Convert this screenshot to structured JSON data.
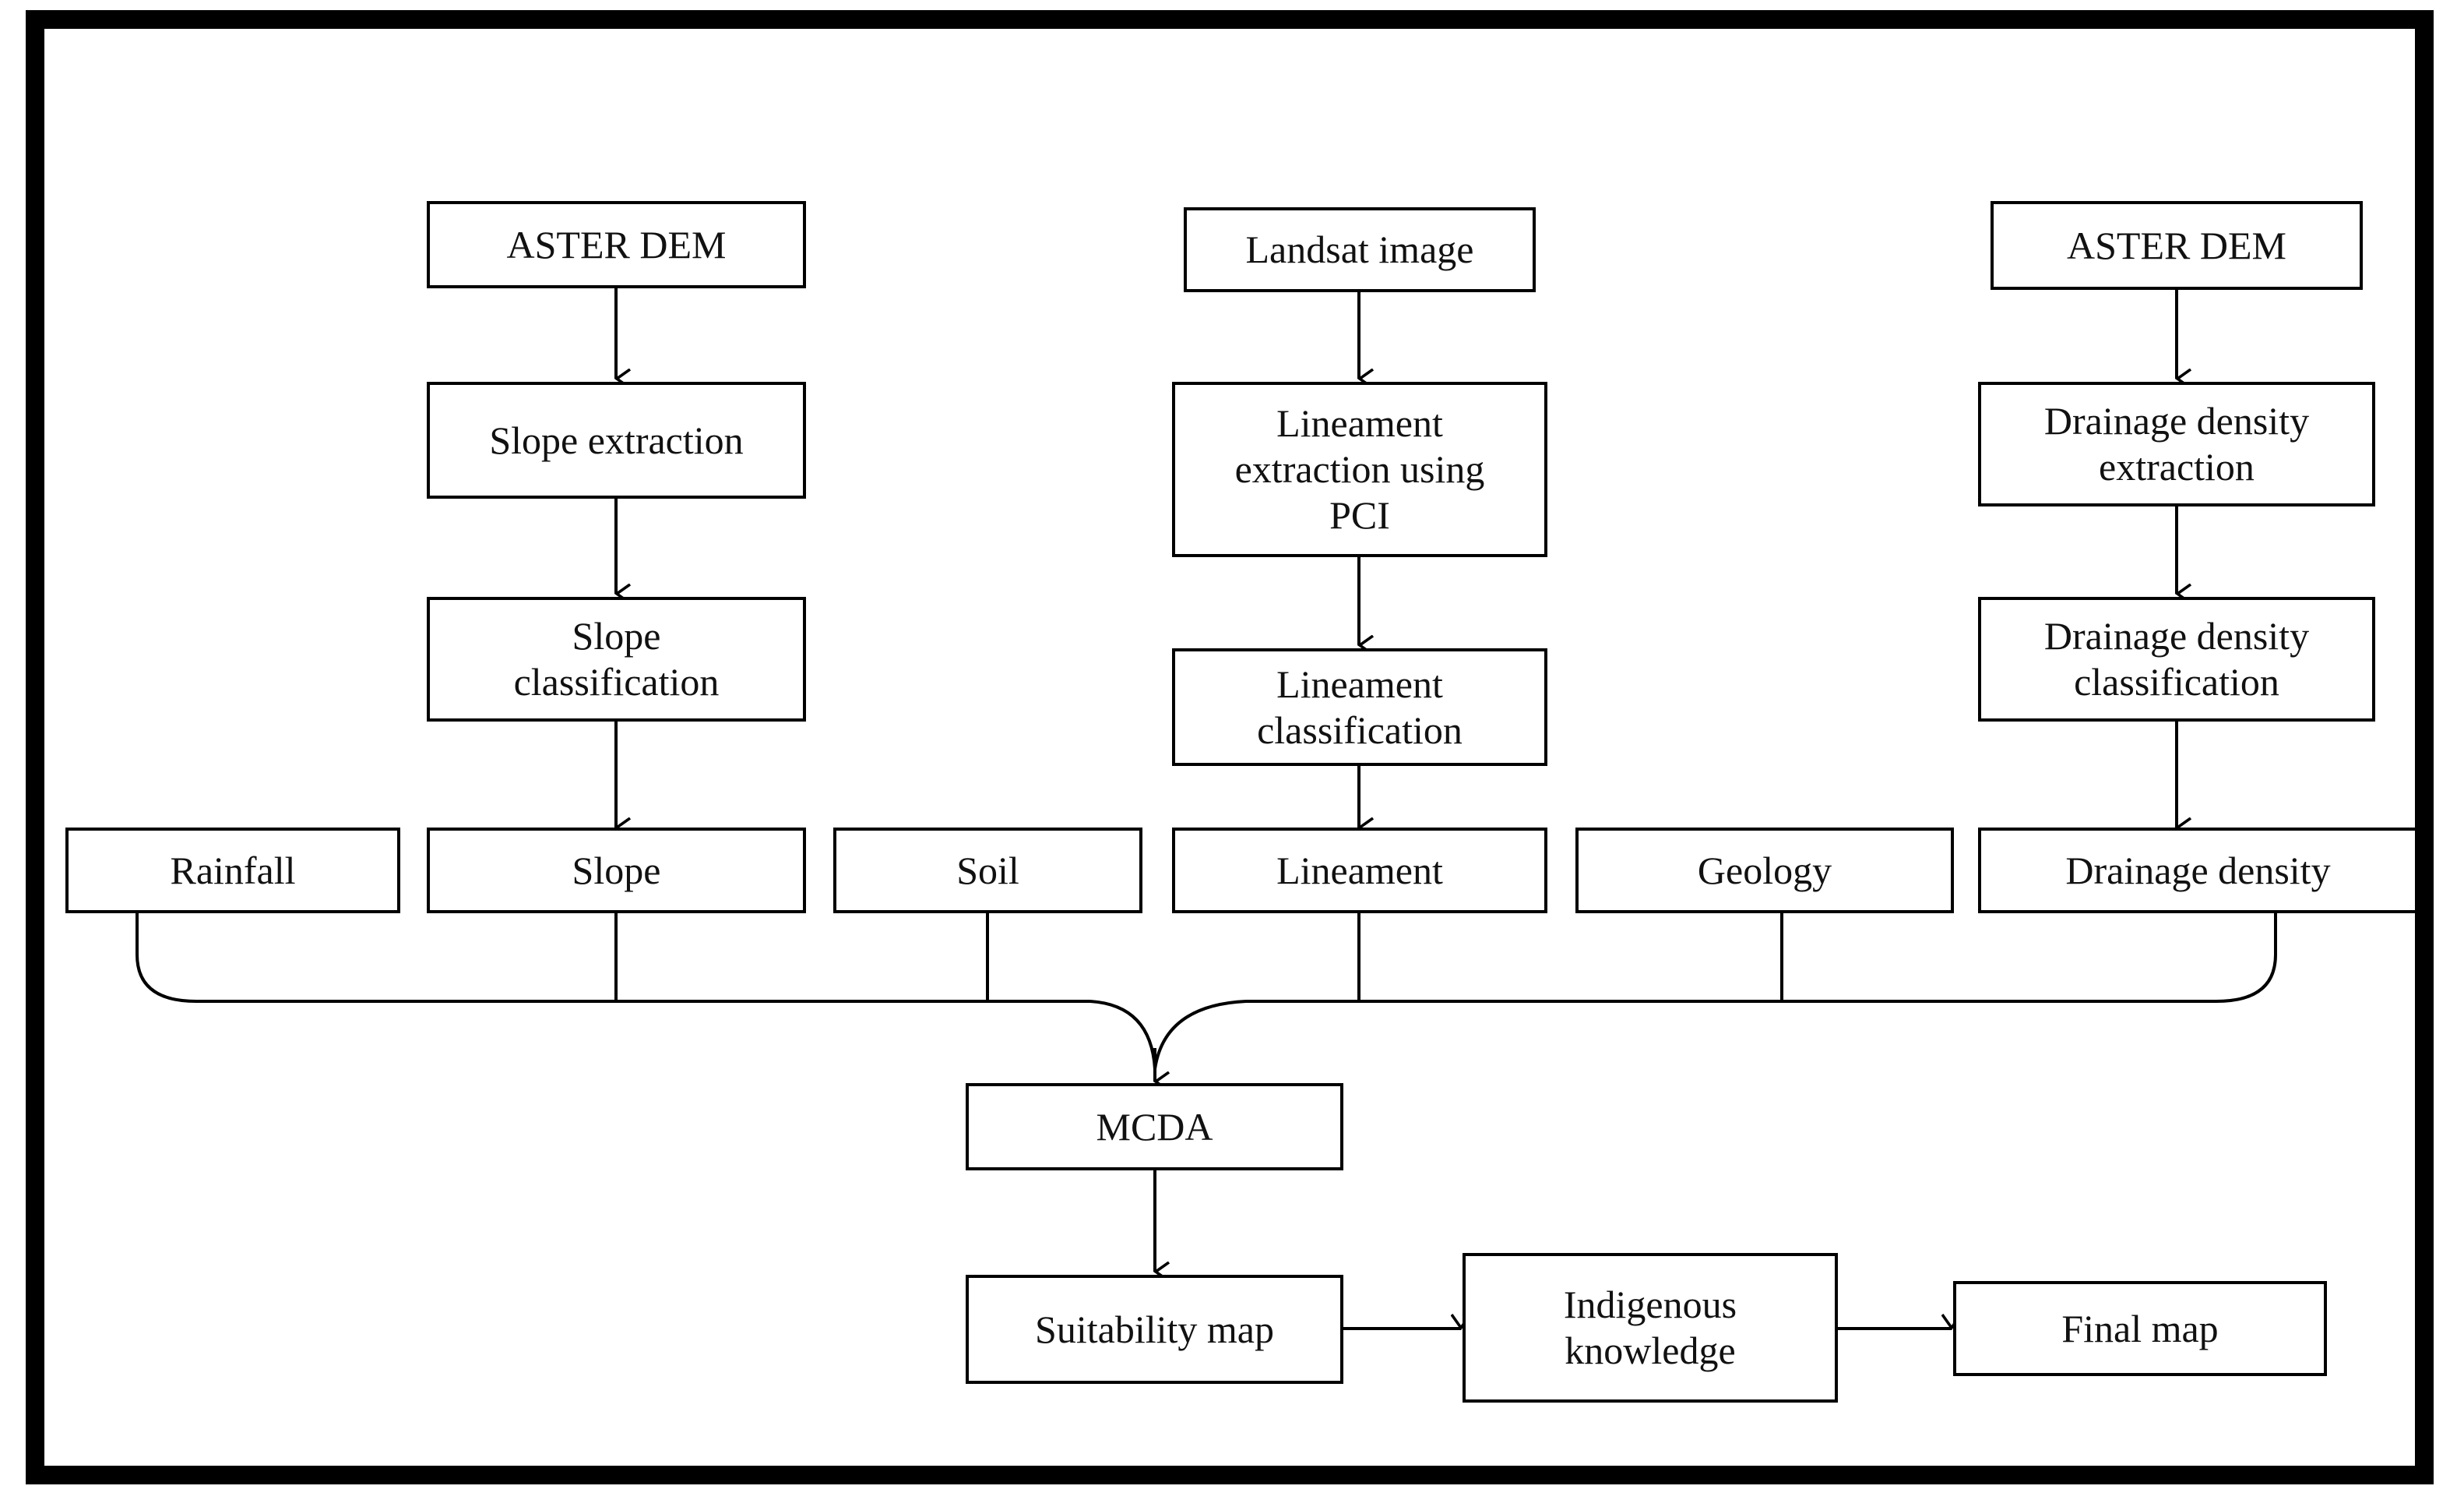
{
  "diagram": {
    "title": "Groundwater / site suitability methodology flowchart",
    "frame_color": "#000000",
    "box_border_color": "#000000",
    "box_fill": "#ffffff",
    "connector_color": "#000000"
  },
  "nodes": {
    "aster_dem_left": "ASTER DEM",
    "slope_extraction": "Slope extraction",
    "slope_classification": "Slope\nclassification",
    "landsat_image": "Landsat image",
    "lineament_extraction": "Lineament\nextraction using\nPCI",
    "lineament_classification": "Lineament\nclassification",
    "aster_dem_right": "ASTER DEM",
    "drainage_density_extraction": "Drainage density\nextraction",
    "drainage_density_classification": "Drainage density\nclassification",
    "rainfall": "Rainfall",
    "slope": "Slope",
    "soil": "Soil",
    "lineament": "Lineament",
    "geology": "Geology",
    "drainage_density": "Drainage density",
    "mcda": "MCDA",
    "suitability_map": "Suitability map",
    "indigenous_knowledge": "Indigenous\nknowledge",
    "final_map": "Final map"
  },
  "parameters_row": [
    "Rainfall",
    "Slope",
    "Soil",
    "Lineament",
    "Geology",
    "Drainage density"
  ],
  "flow_edges": [
    {
      "from": "ASTER DEM",
      "to": "Slope extraction",
      "kind": "arrow-down"
    },
    {
      "from": "Slope extraction",
      "to": "Slope classification",
      "kind": "arrow-down"
    },
    {
      "from": "Slope classification",
      "to": "Slope",
      "kind": "arrow-down"
    },
    {
      "from": "Landsat image",
      "to": "Lineament extraction using PCI",
      "kind": "arrow-down"
    },
    {
      "from": "Lineament extraction using PCI",
      "to": "Lineament classification",
      "kind": "arrow-down"
    },
    {
      "from": "Lineament classification",
      "to": "Lineament",
      "kind": "arrow-down"
    },
    {
      "from": "ASTER DEM",
      "to": "Drainage density extraction",
      "kind": "arrow-down"
    },
    {
      "from": "Drainage density extraction",
      "to": "Drainage density classification",
      "kind": "arrow-down"
    },
    {
      "from": "Drainage density classification",
      "to": "Drainage density",
      "kind": "arrow-down"
    },
    {
      "from": "Rainfall",
      "to": "MCDA",
      "kind": "manifold"
    },
    {
      "from": "Slope",
      "to": "MCDA",
      "kind": "manifold"
    },
    {
      "from": "Soil",
      "to": "MCDA",
      "kind": "manifold"
    },
    {
      "from": "Lineament",
      "to": "MCDA",
      "kind": "manifold"
    },
    {
      "from": "Geology",
      "to": "MCDA",
      "kind": "manifold"
    },
    {
      "from": "Drainage density",
      "to": "MCDA",
      "kind": "manifold"
    },
    {
      "from": "MCDA",
      "to": "Suitability map",
      "kind": "arrow-down"
    },
    {
      "from": "Suitability map",
      "to": "Indigenous knowledge",
      "kind": "arrow-right"
    },
    {
      "from": "Indigenous knowledge",
      "to": "Final map",
      "kind": "arrow-right"
    }
  ]
}
